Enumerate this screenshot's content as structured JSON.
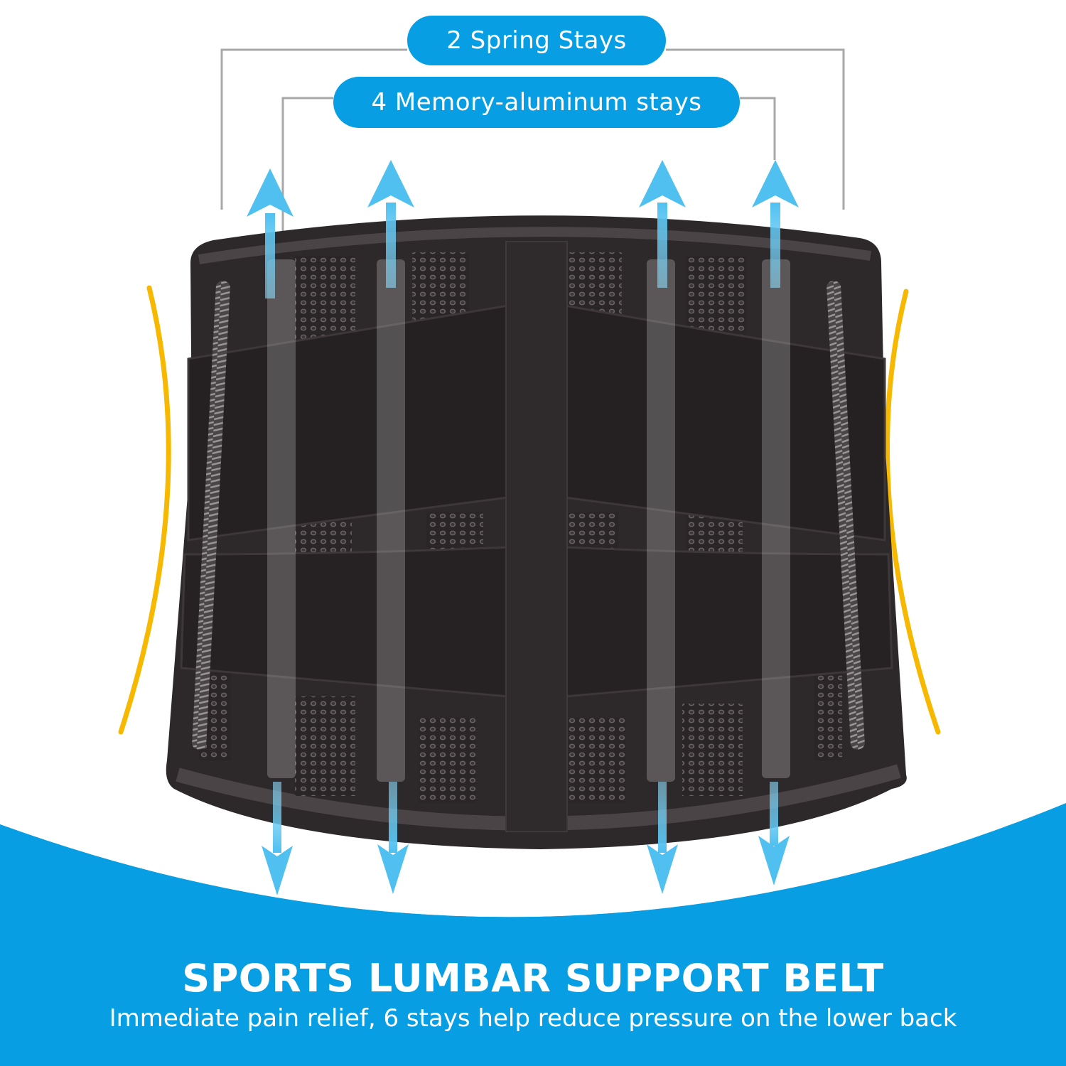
{
  "callouts": {
    "spring_stays": "2 Spring Stays",
    "memory_stays": "4 Memory-aluminum stays"
  },
  "banner": {
    "title": "SPORTS LUMBAR SUPPORT BELT",
    "subtitle": "Immediate pain relief, 6 stays help reduce pressure on the lower back"
  },
  "colors": {
    "brand_blue": "#079ee3",
    "arrow_blue": "#5cc6f2",
    "accent_yellow": "#f6b800",
    "connector_gray": "#a8a8a8",
    "belt_dark": "#2b2628"
  },
  "product": {
    "image_subject": "back-brace-lumbar-belt",
    "stay_count": 6
  }
}
